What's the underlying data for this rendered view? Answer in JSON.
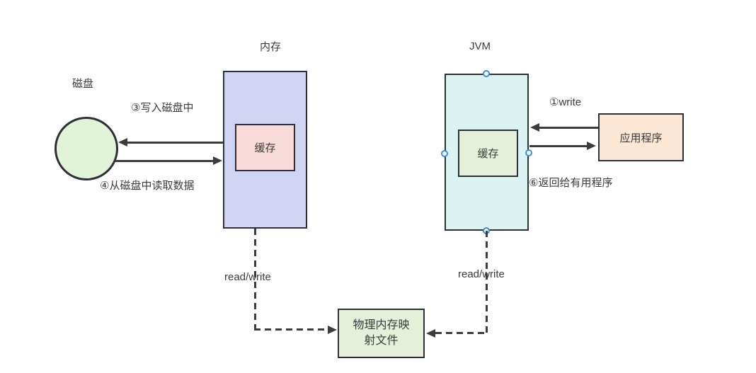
{
  "diagram": {
    "nodes": {
      "disk": {
        "label": "磁盘",
        "fill": "#e1f4d8"
      },
      "memory": {
        "label": "内存",
        "fill": "#d2d4f4"
      },
      "memory_cache": {
        "label": "缓存",
        "fill": "#f9dcda"
      },
      "jvm": {
        "label": "JVM",
        "fill": "#dcf4f1"
      },
      "jvm_cache": {
        "label": "缓存",
        "fill": "#e5f0d8"
      },
      "app": {
        "label": "应用程序",
        "fill": "#fce7d5"
      },
      "mapped_file": {
        "label_line1": "物理内存映",
        "label_line2": "射文件",
        "fill": "#e4f1d8"
      }
    },
    "labels": {
      "write_to_disk": "③写入磁盘中",
      "read_from_disk": "④从磁盘中读取数据",
      "app_write": "①write",
      "return_to_app": "⑥返回给有用程序",
      "memory_read_write": "read/write",
      "jvm_read_write": "read/write"
    },
    "colors": {
      "stroke": "#2f2f37",
      "arrow": "#3c3c3c",
      "text": "#3a3a3a",
      "handle_border": "#3b8ce0",
      "handle_fill": "#ffffff"
    }
  }
}
